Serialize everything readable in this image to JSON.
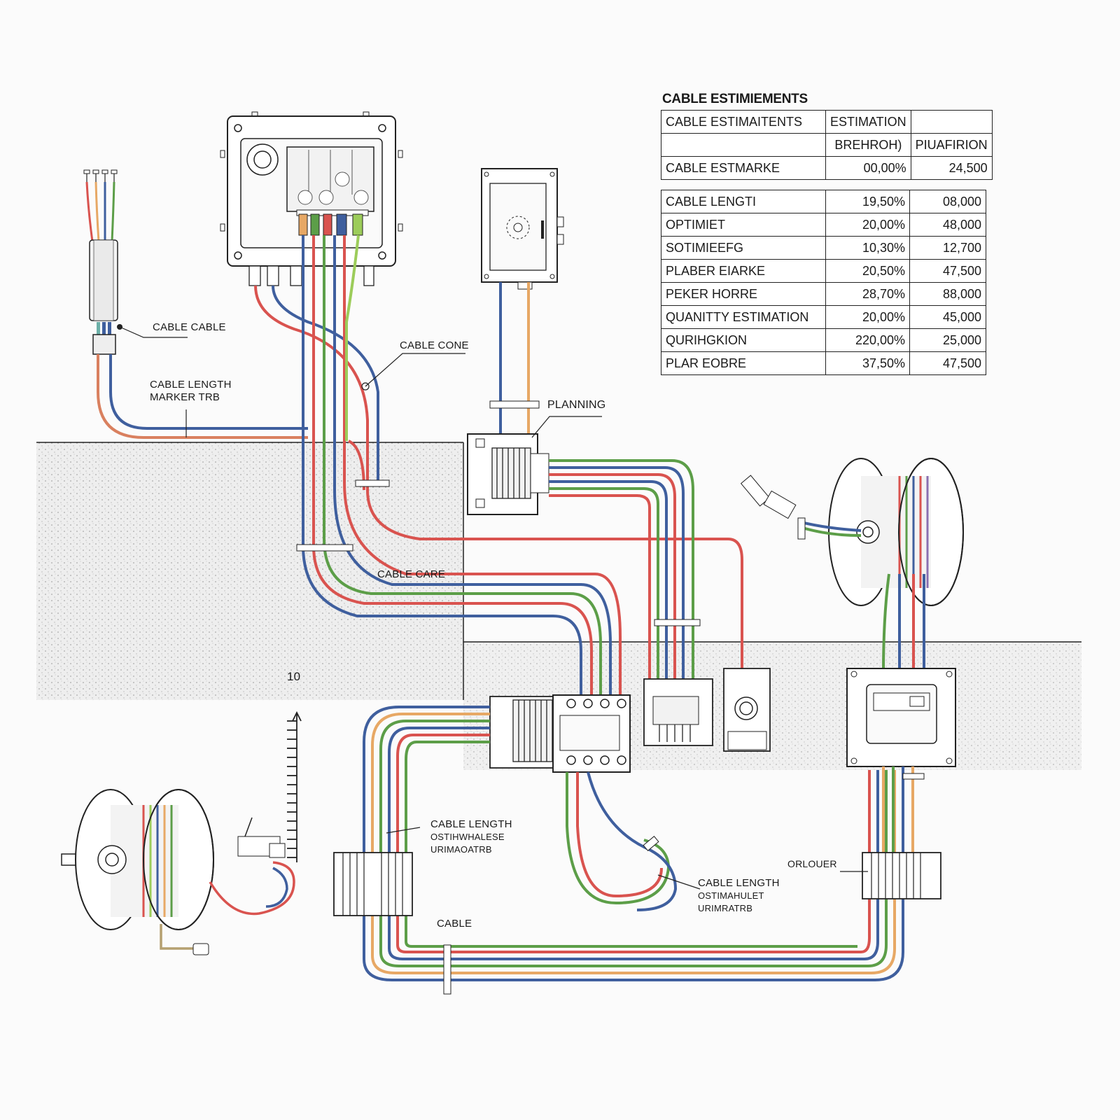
{
  "table": {
    "title": "CABLE ESTIMIEMENTS",
    "header_rows": [
      {
        "name": "CABLE ESTIMAITENTS",
        "pct": "ESTIMATION",
        "qty": ""
      },
      {
        "name": "",
        "pct": "BREHROH)",
        "qty": "PIUAFIRION"
      },
      {
        "name": "CABLE ESTMARKE",
        "pct": "00,00%",
        "qty": "24,500"
      }
    ],
    "rows": [
      {
        "name": "CABLE LENGTI",
        "pct": "19,50%",
        "qty": "08,000"
      },
      {
        "name": "OPTIMIET",
        "pct": "20,00%",
        "qty": "48,000"
      },
      {
        "name": "SOTIMIEEFG",
        "pct": "10,30%",
        "qty": "12,700"
      },
      {
        "name": "PLABER EIARKE",
        "pct": "20,50%",
        "qty": "47,500"
      },
      {
        "name": "PEKER HORRE",
        "pct": "28,70%",
        "qty": "88,000"
      },
      {
        "name": "QUANITTY ESTIMATION",
        "pct": "20,00%",
        "qty": "45,000"
      },
      {
        "name": "QURIHGKION",
        "pct": "220,00%",
        "qty": "25,000"
      },
      {
        "name": "PLAR EOBRE",
        "pct": "37,50%",
        "qty": "47,500"
      }
    ]
  },
  "labels": {
    "cable_cable": "CABLE CABLE",
    "length_marker_1": "CABLE LENGTH",
    "length_marker_2": "MARKER TRB",
    "cable_cone": "CABLE CONE",
    "planning": "PLANNING",
    "cable_care": "CABLE CARE",
    "scale_value": "10",
    "length_est_a_1": "CABLE LENGTH",
    "length_est_a_2": "OSTIHWHALESE",
    "length_est_a_3": "URIMAOATRB",
    "length_est_b_1": "CABLE LENGTH",
    "length_est_b_2": "OSTIMAHULET",
    "length_est_b_3": "URIMRATRB",
    "orlouer": "ORLOUER",
    "cable": "CABLE"
  },
  "colors": {
    "red": "#d9534f",
    "blue": "#3f5f9e",
    "green": "#5c9e48",
    "orange": "#e7a865",
    "lime": "#9ccc5a",
    "ground": "#e6e6e6"
  }
}
